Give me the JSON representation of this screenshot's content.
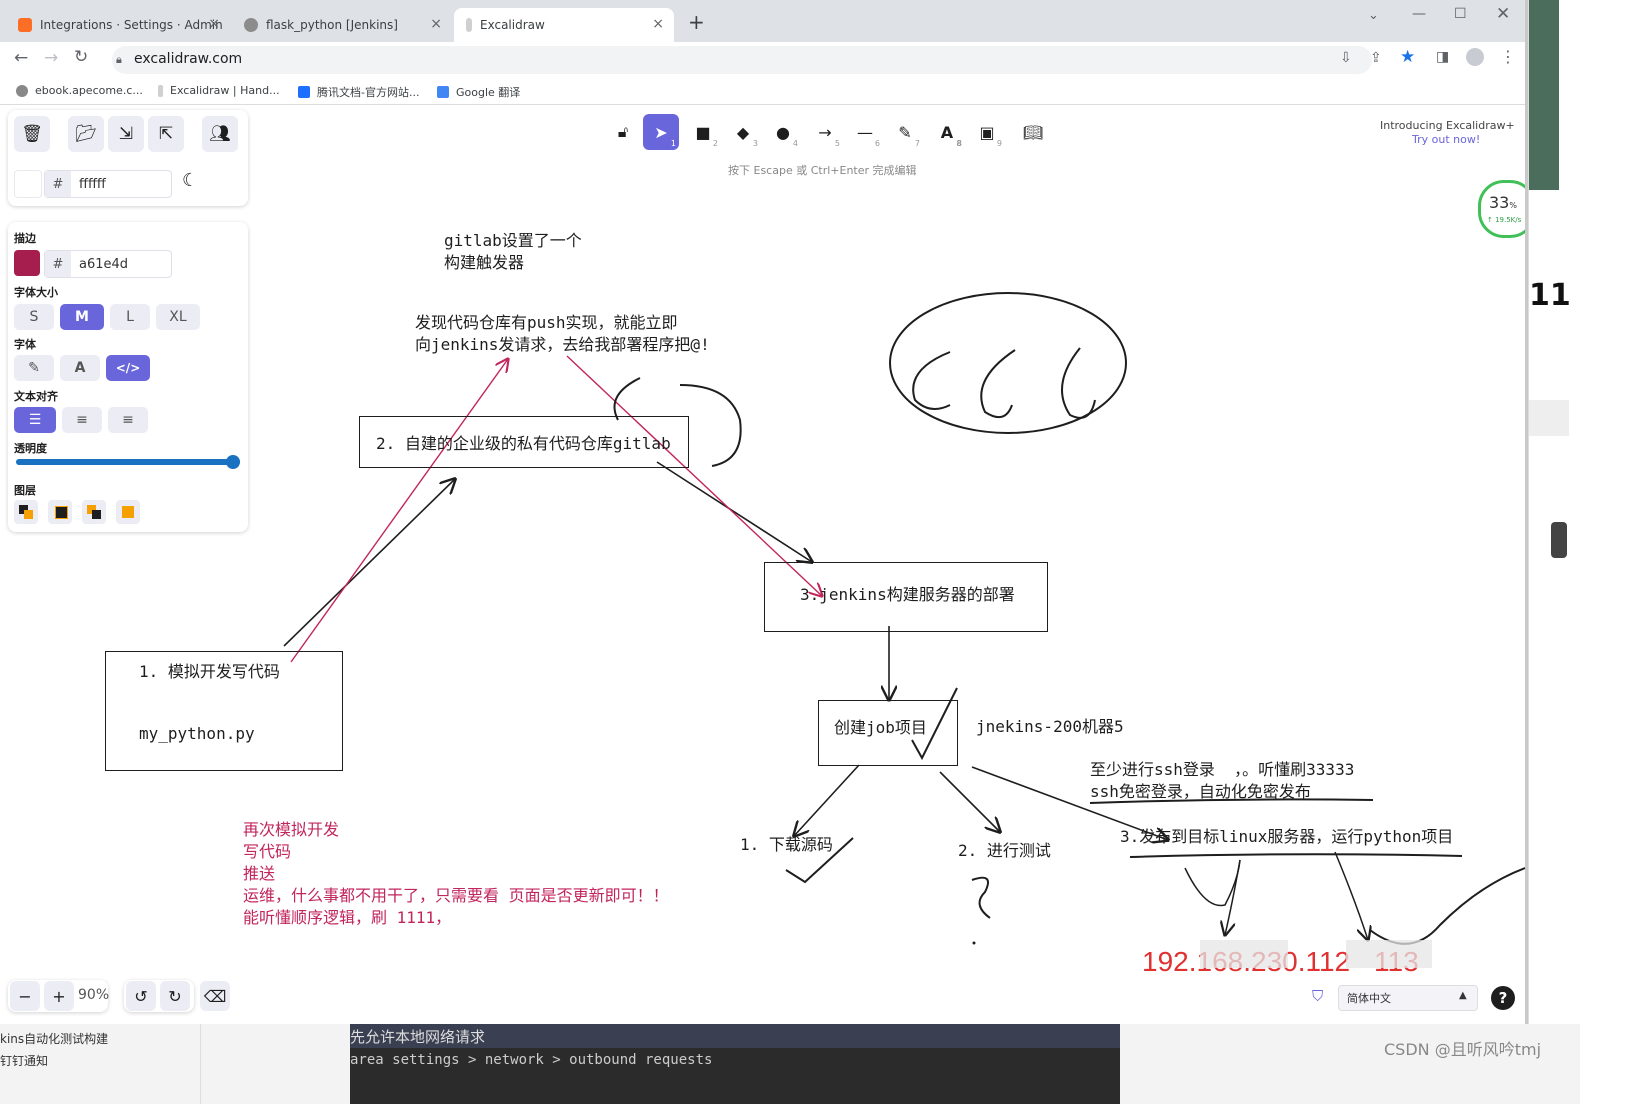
{
  "browser": {
    "tabs": [
      {
        "title": "Integrations · Settings · Admin"
      },
      {
        "title": "flask_python [Jenkins]"
      },
      {
        "title": "Excalidraw"
      }
    ],
    "url": "excalidraw.com",
    "bookmarks": [
      "ebook.apecome.c...",
      "Excalidraw | Hand...",
      "腾讯文档-官方网站...",
      "Google 翻译"
    ]
  },
  "menu": {
    "background_hex": "ffffff"
  },
  "props": {
    "stroke_label": "描边",
    "stroke_hex": "a61e4d",
    "stroke_color": "#a61e4d",
    "font_size_label": "字体大小",
    "font_sizes": [
      "S",
      "M",
      "L",
      "XL"
    ],
    "font_label": "字体",
    "align_label": "文本对齐",
    "opacity_label": "透明度",
    "opacity_value": 1.0,
    "layers_label": "图层"
  },
  "hint": "按下 Escape 或 Ctrl+Enter 完成编辑",
  "promo": {
    "line1": "Introducing Excalidraw+",
    "line2": "Try out now!"
  },
  "network": {
    "percent": "33",
    "unit": "%",
    "speed": "↑ 19.5K/s"
  },
  "right_edge_text": "11",
  "canvas": {
    "note_gitlab": "gitlab设置了一个\n构建触发器",
    "note_push": "发现代码仓库有push实现，就能立即\n向jenkins发请求，去给我部署程序把@!",
    "box2": "2. 自建的企业级的私有代码仓库gitlab",
    "box3": "3.jenkins构建服务器的部署",
    "box1_line1": "1. 模拟开发写代码",
    "box1_line2": "my_python.py",
    "job_box": "创建job项目",
    "jenkins_machine": "jnekins-200机器5",
    "ssh_note": "至少进行ssh登录  ，。听懂刷33333\nssh免密登录，自动化免密发布",
    "step1": "1. 下载源码",
    "step2": "2. 进行测试",
    "step3": "3.发布到目标linux服务器，运行python项目",
    "red_note": "再次模拟开发\n写代码\n推送\n运维，什么事都不用干了，只需要看 页面是否更新即可！！\n能听懂顺序逻辑，刷 1111，",
    "ip_text": "192.168.230.112",
    "ip_suffix": "113"
  },
  "footer": {
    "zoom": "90%",
    "language": "简体中文"
  },
  "tip": {
    "line1": "先允许本地网络请求",
    "line2": "area settings > network > outbound requests"
  },
  "under_left": {
    "line1": "kins自动化测试构建",
    "line2": "钉钉通知"
  },
  "watermark": "CSDN @且听风吟tmj"
}
